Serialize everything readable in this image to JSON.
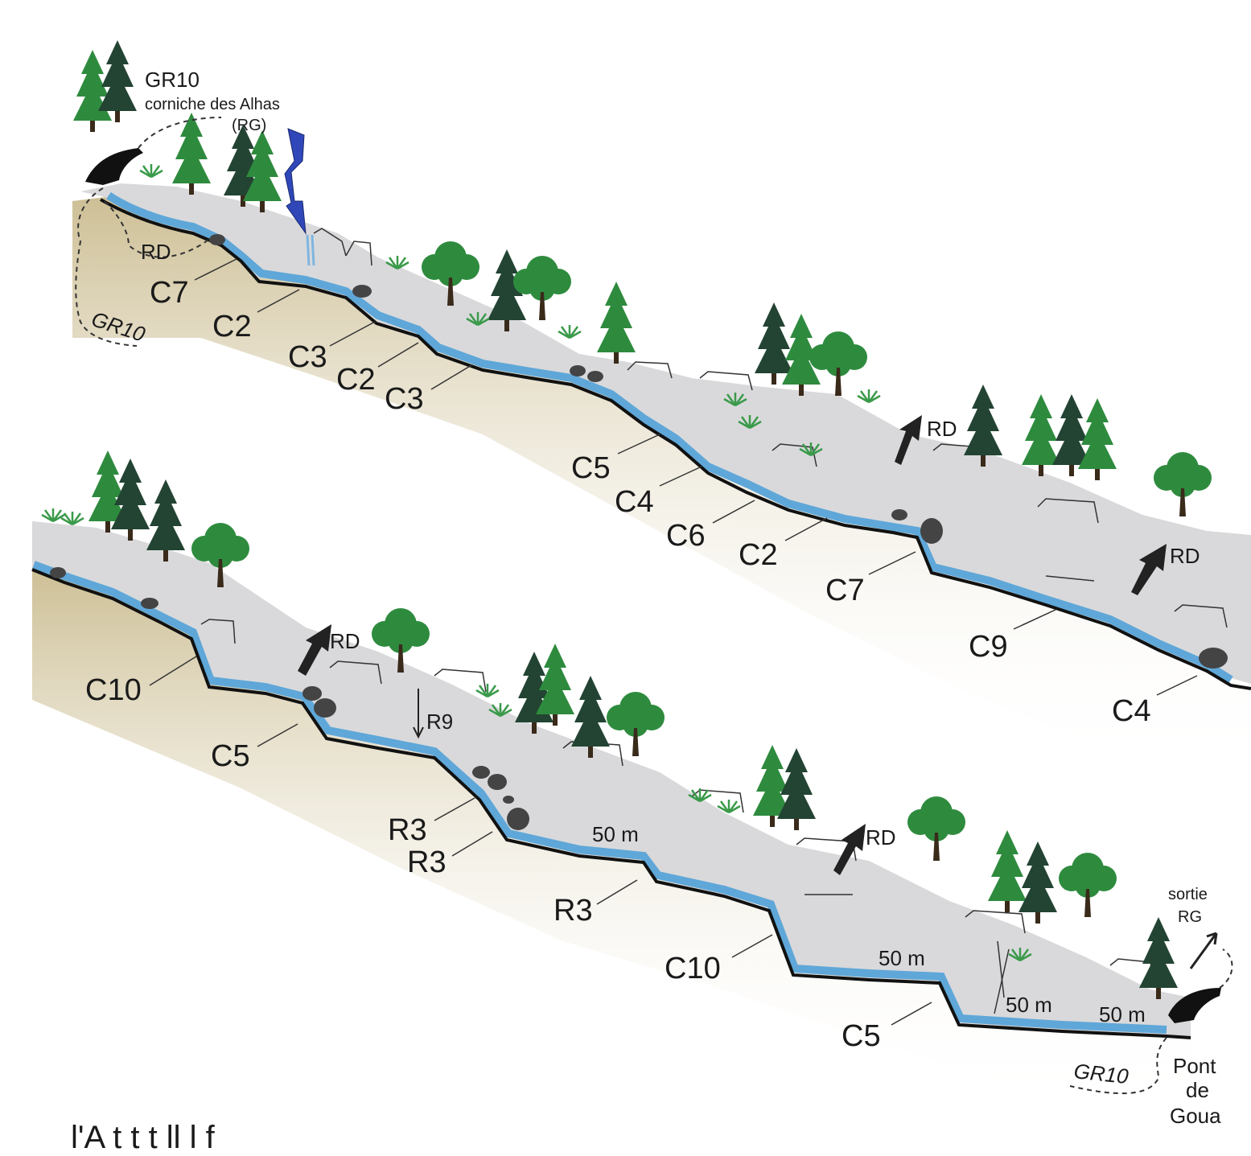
{
  "title": {
    "trail": "GR10",
    "corniche": "corniche des Alhas",
    "side": "(RG)"
  },
  "labels": {
    "gr10": "GR10",
    "rd": "RD",
    "exit_line1": "sortie",
    "exit_line2": "RG",
    "bridge_line1": "Pont",
    "bridge_line2": "de",
    "bridge_line3": "Goua"
  },
  "obstacles_section1": [
    "C7",
    "C2",
    "C3",
    "C2",
    "C3",
    "C5",
    "C4",
    "C6",
    "C2",
    "C7",
    "C9",
    "C4"
  ],
  "obstacles_section2": [
    "C10",
    "C5",
    "R9",
    "R3",
    "R3",
    "R3",
    "C10",
    "C5"
  ],
  "distances": [
    "50 m",
    "50 m",
    "50 m",
    "50 m"
  ],
  "caption": "l'A t      t  t  ll     l     f",
  "colors": {
    "rock": "#d9d9db",
    "earth": "#cfc19a",
    "water": "#5fa7d8",
    "bed": "#111111",
    "tree_light": "#2e8b3e",
    "tree_dark": "#234433",
    "waterfall": "#2f47b8"
  }
}
